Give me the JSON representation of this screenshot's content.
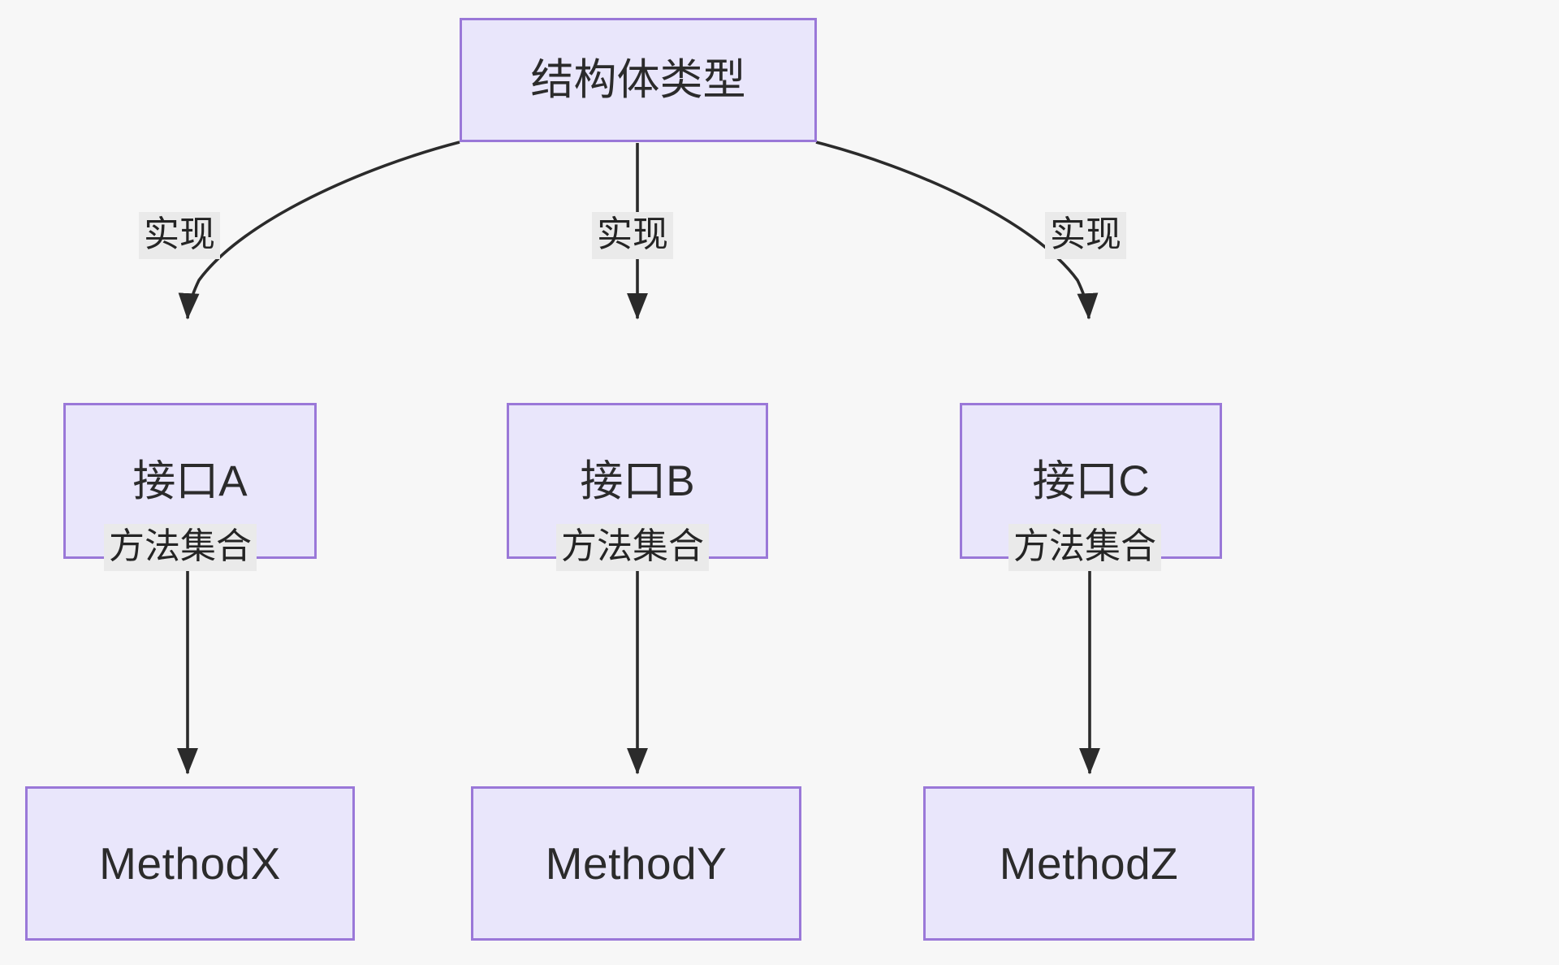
{
  "diagram": {
    "type": "flowchart",
    "direction": "top-down",
    "background_color": "#f7f7f7",
    "node_fill_color": "#e9e6fb",
    "node_border_color": "#9a78d8",
    "edge_color": "#2b2b2b",
    "edge_label_background": "#eaeaea",
    "nodes": [
      {
        "id": "root",
        "label": "结构体类型",
        "script": "cjk"
      },
      {
        "id": "ifaceA",
        "label": "接口A",
        "script": "cjk"
      },
      {
        "id": "ifaceB",
        "label": "接口B",
        "script": "cjk"
      },
      {
        "id": "ifaceC",
        "label": "接口C",
        "script": "cjk"
      },
      {
        "id": "methodX",
        "label": "MethodX",
        "script": "latin"
      },
      {
        "id": "methodY",
        "label": "MethodY",
        "script": "latin"
      },
      {
        "id": "methodZ",
        "label": "MethodZ",
        "script": "latin"
      }
    ],
    "edges": [
      {
        "from": "root",
        "to": "ifaceA",
        "label": "实现",
        "style": "curved"
      },
      {
        "from": "root",
        "to": "ifaceB",
        "label": "实现",
        "style": "straight"
      },
      {
        "from": "root",
        "to": "ifaceC",
        "label": "实现",
        "style": "curved"
      },
      {
        "from": "ifaceA",
        "to": "methodX",
        "label": "方法集合",
        "style": "straight"
      },
      {
        "from": "ifaceB",
        "to": "methodY",
        "label": "方法集合",
        "style": "straight"
      },
      {
        "from": "ifaceC",
        "to": "methodZ",
        "label": "方法集合",
        "style": "straight"
      }
    ]
  }
}
